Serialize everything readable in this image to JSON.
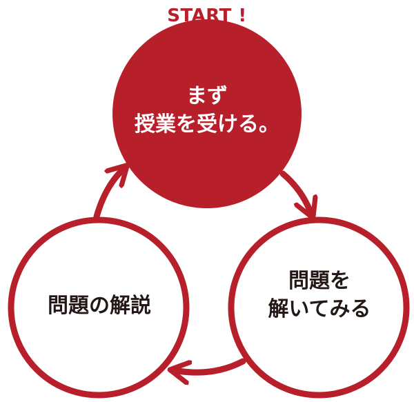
{
  "start_label": "START !",
  "nodes": {
    "top": {
      "line1": "まず",
      "line2": "授業を受ける。"
    },
    "right": {
      "line1": "問題を",
      "line2": "解いてみる"
    },
    "left": {
      "line1": "問題の解説"
    }
  },
  "colors": {
    "accent": "#B7202A",
    "text_dark": "#231815",
    "text_light": "#ffffff",
    "background": "#ffffff"
  }
}
